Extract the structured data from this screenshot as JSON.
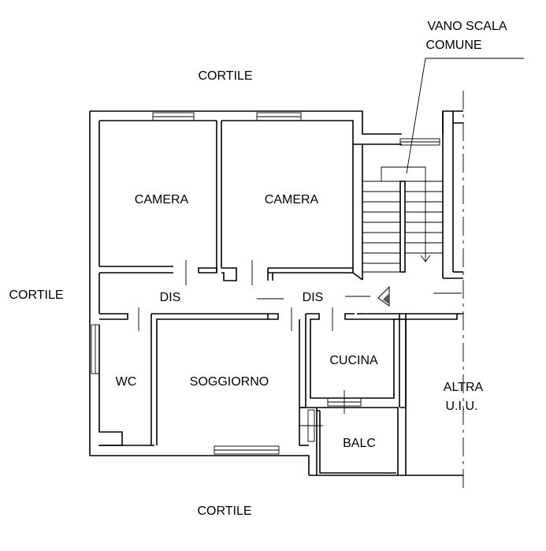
{
  "labels": {
    "cortile_top": "CORTILE",
    "cortile_left": "CORTILE",
    "cortile_bottom": "CORTILE",
    "vano_scala_1": "VANO SCALA",
    "vano_scala_2": "COMUNE",
    "camera_1": "CAMERA",
    "camera_2": "CAMERA",
    "dis_1": "DIS",
    "dis_2": "DIS",
    "wc": "WC",
    "soggiorno": "SOGGIORNO",
    "cucina": "CUCINA",
    "balc": "BALC",
    "altra_1": "ALTRA",
    "altra_2": "U.I.U."
  }
}
